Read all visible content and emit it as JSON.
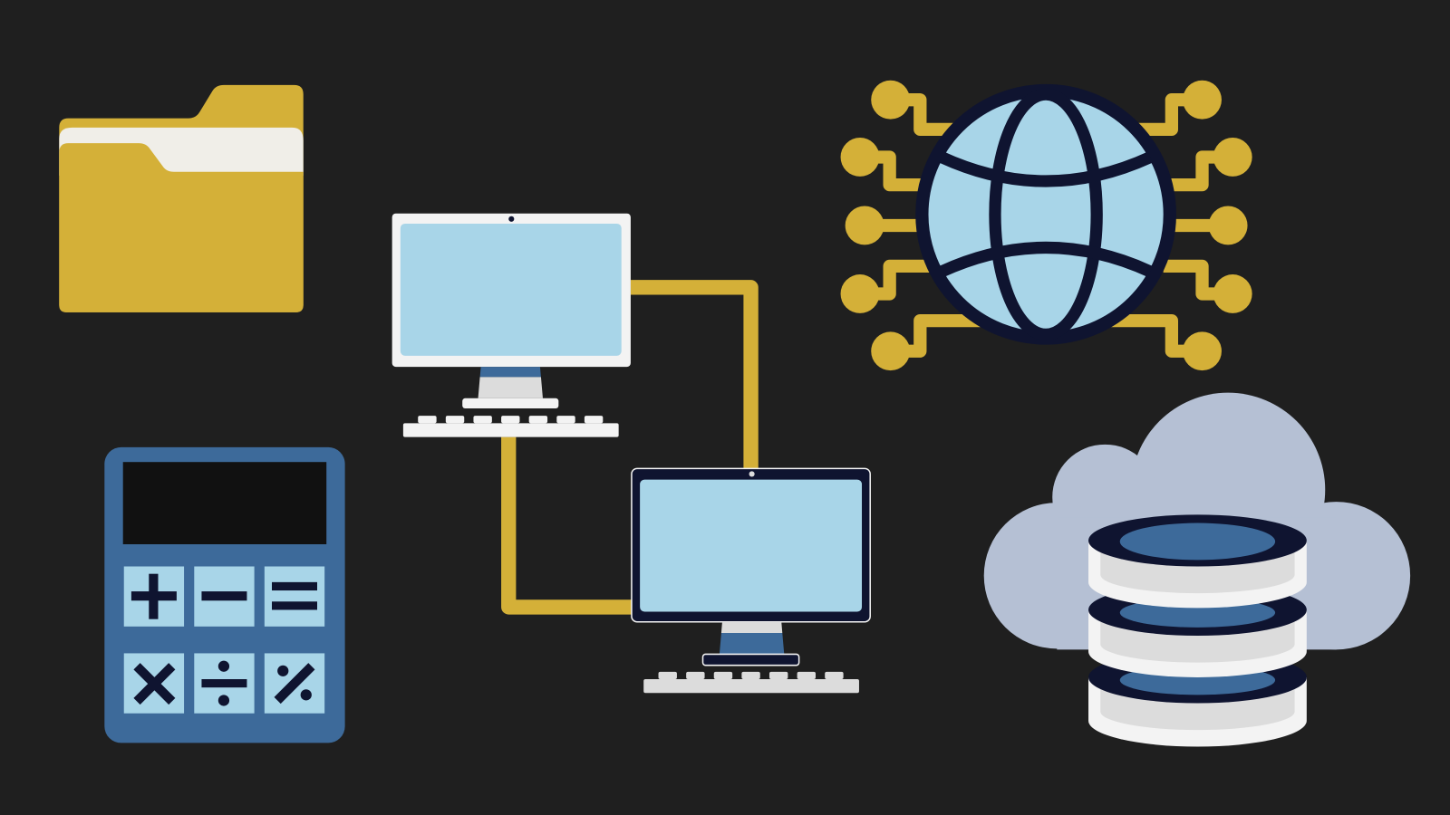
{
  "scene": {
    "background": "#1f1f1f",
    "icons": [
      "folder-icon",
      "desktop-computer-icon",
      "network-cable",
      "globe-network-icon",
      "calculator-icon",
      "cloud-database-icon"
    ]
  },
  "colors": {
    "gold": "#d4b038",
    "paper": "#f0eee8",
    "screen": "#a8d5e8",
    "navy": "#0f1430",
    "steel_blue": "#3d6a9a",
    "cloud": "#b5c0d4",
    "light_grey": "#dcdcdc",
    "white": "#f3f3f3"
  },
  "calculator": {
    "buttons": [
      "plus",
      "minus",
      "equals",
      "multiply",
      "divide",
      "percent"
    ]
  }
}
